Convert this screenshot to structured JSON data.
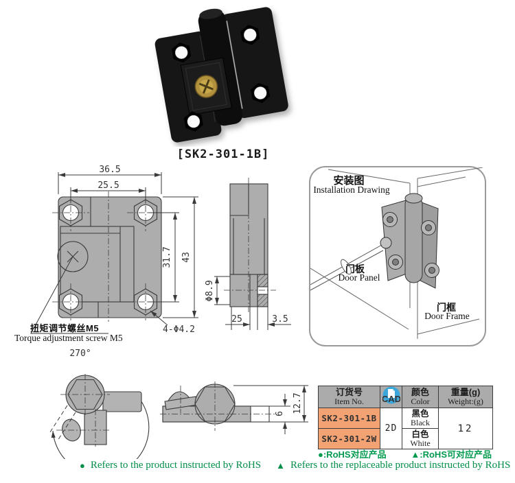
{
  "product": {
    "code_label": "[SK2-301-1B]"
  },
  "views": {
    "front": {
      "dim_outer_width": "36.5",
      "dim_hole_width": "25.5",
      "dim_hole_height": "31.7",
      "dim_outer_height": "43",
      "dim_holes": "4-Φ4.2",
      "torque_label_zh": "扭矩调节螺丝M5",
      "torque_label_en": "Torque adjustment screw M5"
    },
    "side": {
      "dim_diameter": "Φ8.9",
      "dim_depth": "25",
      "dim_thickness": "3.5"
    },
    "rotation": {
      "angle": "270°"
    },
    "top": {
      "dim_leaf_thickness": "6",
      "dim_total_thickness": "12.7"
    }
  },
  "installation": {
    "title_zh": "安装图",
    "title_en": "Installation Drawing",
    "door_panel_zh": "门板",
    "door_panel_en": "Door Panel",
    "door_frame_zh": "门框",
    "door_frame_en": "Door Frame"
  },
  "table": {
    "headers": {
      "item_zh": "订货号",
      "item_en": "Item No.",
      "cad": "CAD",
      "color_zh": "颜色",
      "color_en": "Color",
      "weight_zh": "重量(g)",
      "weight_en": "Weight:(g)"
    },
    "rows": [
      {
        "item": "SK2-301-1B",
        "color_zh": "黑色",
        "color_en": "Black"
      },
      {
        "item": "SK2-301-2W",
        "color_zh": "白色",
        "color_en": "White"
      }
    ],
    "cad_value": "2D",
    "weight_value": "12"
  },
  "legend": {
    "dot": "●:RoHS对应产品",
    "triangle": "▲:RoHS可对应产品"
  },
  "footer": {
    "dot_symbol": "●",
    "dot_text": "Refers to the product instructed by RoHS",
    "triangle_symbol": "▲",
    "triangle_text": "Refers to the replaceable product instructed by RoHS"
  },
  "colors": {
    "drawing_gray": "#adadad",
    "line": "#3a3a3a",
    "header_gray": "#ababab",
    "item_orange": "#f3a273",
    "cad_blue": "#3ba6da",
    "rohs_green": "#009a4f",
    "photo_black": "#171717",
    "screw_gold": "#c7a94b"
  }
}
